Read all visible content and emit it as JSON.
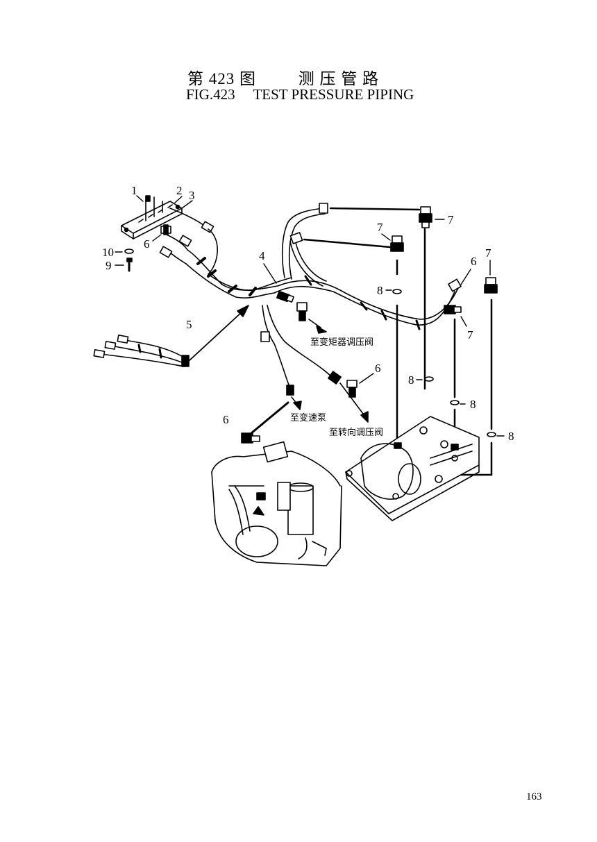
{
  "header": {
    "title_cn": "第 423 图         测 压 管 路",
    "title_en": "FIG.423     TEST PRESSURE PIPING"
  },
  "callouts": {
    "c1": "1",
    "c2": "2",
    "c3": "3",
    "c4": "4",
    "c5": "5",
    "c6a": "6",
    "c6b": "6",
    "c6c": "6",
    "c6d": "6",
    "c7a": "7",
    "c7b": "7",
    "c7c": "7",
    "c7d": "7",
    "c8a": "8",
    "c8b": "8",
    "c8c": "8",
    "c8d": "8",
    "c9": "9",
    "c10": "10"
  },
  "notes": {
    "torque_converter_valve": "至变矩器调压阀",
    "transmission_pump": "至变速泵",
    "steering_valve": "至转向调压阀"
  },
  "page": {
    "number": "163"
  }
}
